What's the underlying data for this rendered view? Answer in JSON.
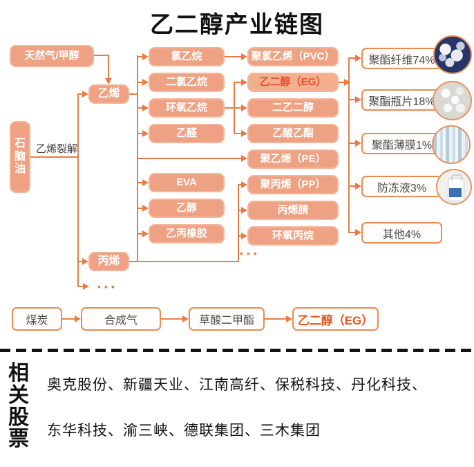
{
  "title": "乙二醇产业链图",
  "colors": {
    "line_orange": "#e97c45",
    "node_salmon": "#efa183",
    "highlight_text": "#e4512a",
    "white_node_border": "#e98b52",
    "fiber_image_navy": "#273568"
  },
  "diagram": {
    "sources": {
      "natural_gas": "天然气/甲醇",
      "naphtha": "石脑油",
      "coal": "煤炭"
    },
    "cracking_label": "乙烯裂解",
    "intermediates": {
      "ethylene": "乙烯",
      "propylene": "丙烯"
    },
    "ethylene_products": [
      "氯乙烷",
      "二氯乙烷",
      "环氧乙烷",
      "乙醛"
    ],
    "mixed_products": [
      "EVA",
      "乙醇",
      "乙丙橡胶"
    ],
    "derivatives": [
      "聚氯乙烯（PVC）",
      "乙二醇（EG）",
      "二乙二醇",
      "乙酸乙酯",
      "聚乙烯（PE）",
      "聚丙烯（PP）",
      "丙烯腈",
      "环氧丙烷"
    ],
    "eg_applications": [
      {
        "label": "聚酯纤维74%",
        "image": "polyester-fiber"
      },
      {
        "label": "聚酯瓶片18%",
        "image": "polyester-bottle-chip"
      },
      {
        "label": "聚酯薄膜1%",
        "image": "polyester-film"
      },
      {
        "label": "防冻液3%",
        "image": "antifreeze-jug"
      },
      {
        "label": "其他4%",
        "image": null
      }
    ],
    "coal_route": [
      "煤炭",
      "合成气",
      "草酸二甲酯",
      "乙二醇（EG）"
    ],
    "ellipsis": "···"
  },
  "stocks": {
    "header": "相关股票",
    "line1": "奥克股份、新疆天业、江南高纤、保税科技、丹化科技、",
    "line2": "东华科技、渝三峡、德联集团、三木集团"
  }
}
